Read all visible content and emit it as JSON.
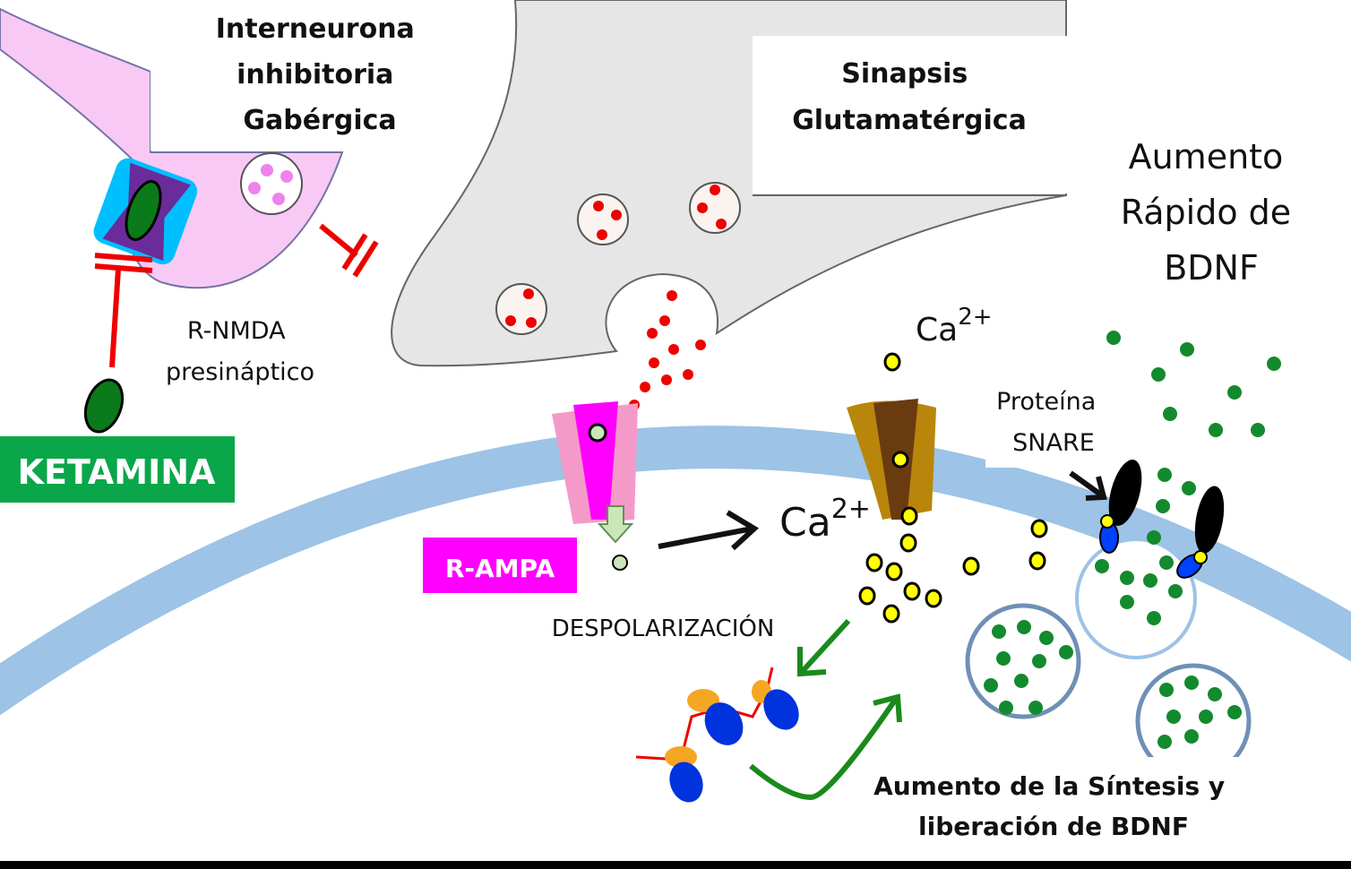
{
  "labels": {
    "interneuron": [
      "Interneurona",
      "inhibitoria",
      "Gabérgica"
    ],
    "synapse": [
      "Sinapsis",
      "Glutamatérgica"
    ],
    "bdnf_rapid": [
      "Aumento",
      "Rápido de",
      "BDNF"
    ],
    "nmda": [
      "R-NMDA",
      "presináptico"
    ],
    "ketamina": "KETAMINA",
    "ampa": "R-AMPA",
    "depolarization": "DESPOLARIZACIÓN",
    "ca_top": {
      "base": "Ca",
      "sup": "2+"
    },
    "ca_mid": {
      "base": "Ca",
      "sup": "2+"
    },
    "snare": [
      "Proteína",
      "SNARE"
    ],
    "synthesis": [
      "Aumento de la Síntesis y",
      "liberación de BDNF"
    ]
  },
  "colors": {
    "membrane": "#9dc3e6",
    "presynaptic": "#e6e6e6",
    "interneuron": "#f9c9f5",
    "ketamina_box": "#0aa64a",
    "ampa_box": "#ff00ff",
    "glutamate": "#ee0000",
    "calcium": "#ffff00",
    "bdnf": "#138a2e",
    "inhibition": "#ee0000"
  }
}
